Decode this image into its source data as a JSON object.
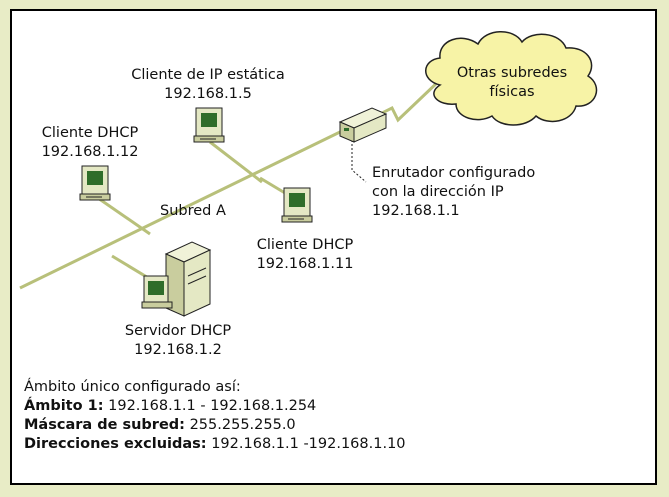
{
  "labels": {
    "static_client": {
      "name": "Cliente de IP estática",
      "ip": "192.168.1.5"
    },
    "dhcp_client_12": {
      "name": "Cliente DHCP",
      "ip": "192.168.1.12"
    },
    "dhcp_client_11": {
      "name": "Cliente DHCP",
      "ip": "192.168.1.11"
    },
    "dhcp_server": {
      "name": "Servidor DHCP",
      "ip": "192.168.1.2"
    },
    "router": {
      "line1": "Enrutador configurado",
      "line2": "con la dirección IP",
      "ip": "192.168.1.1"
    },
    "cloud": {
      "line1": "Otras subredes",
      "line2": "físicas"
    },
    "subnet": "Subred A"
  },
  "notes": {
    "intro": "Ámbito único configurado así:",
    "scope_label": "Ámbito 1:",
    "scope_value": "192.168.1.1 - 192.168.1.254",
    "mask_label": "Máscara de subred:",
    "mask_value": "255.255.255.0",
    "excluded_label": "Direcciones excluidas:",
    "excluded_value": "192.168.1.1 -192.168.1.10"
  },
  "colors": {
    "page_bg": "#e8ecc6",
    "cable": "#b8c07a",
    "cloud_fill": "#f7f3a6",
    "device_fill": "#e4e8c4",
    "screen": "#2f6d2a"
  }
}
